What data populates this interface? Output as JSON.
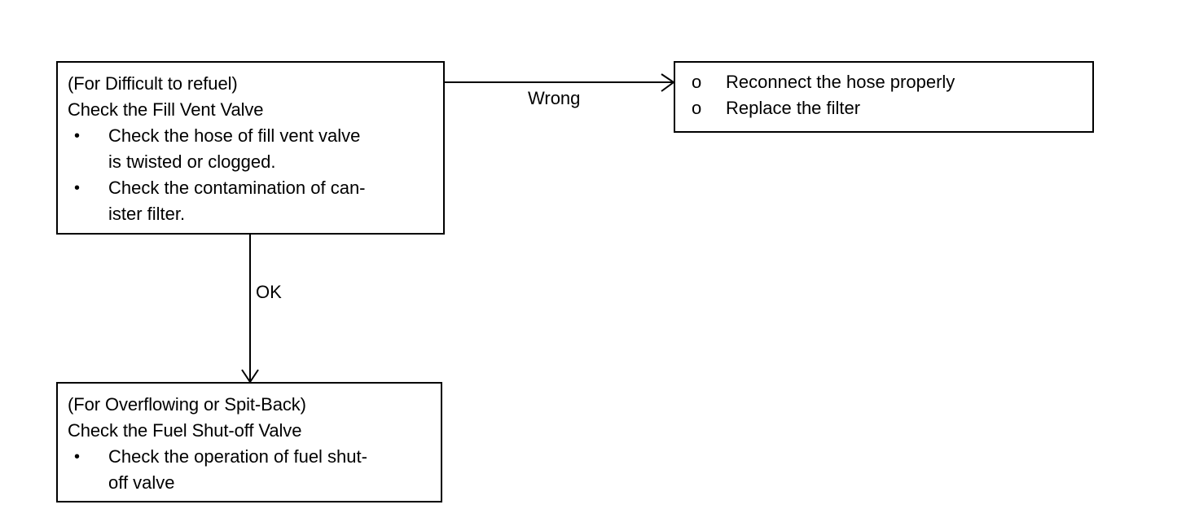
{
  "diagram": {
    "title": "Fuel system refueling troubleshooting flow",
    "background_color": "#ffffff",
    "line_color": "#000000"
  },
  "nodes": {
    "fill_vent_valve": {
      "heading_condition": "(For Difficult to refuel)",
      "heading_action": "Check the Fill Vent Valve",
      "bullets": [
        {
          "marker": "•",
          "text": "Check the hose of fill vent valve\nis twisted or clogged."
        },
        {
          "marker": "•",
          "text": "Check the contamination of can-\nister filter."
        }
      ]
    },
    "wrong_actions": {
      "items": [
        {
          "marker": "o",
          "text": "Reconnect the hose properly"
        },
        {
          "marker": "o",
          "text": "Replace the filter"
        }
      ]
    },
    "fuel_shutoff_valve": {
      "heading_condition": "(For Overflowing or Spit-Back)",
      "heading_action": "Check the Fuel Shut-off Valve",
      "bullets": [
        {
          "marker": "•",
          "text": "Check the operation of fuel shut-\noff valve"
        }
      ]
    }
  },
  "edges": {
    "to_wrong": {
      "label": "Wrong"
    },
    "to_ok": {
      "label": "OK"
    }
  }
}
